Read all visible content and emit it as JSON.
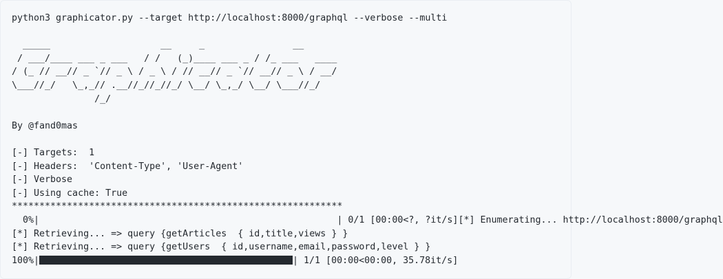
{
  "terminal": {
    "lines": [
      "python3 graphicator.py --target http://localhost:8000/graphql --verbose --multi",
      "",
      "  _____                    __     _                __",
      " / ___/____ ___ _ ___   / /   (_)____ ___ _ / /_ ___   ____",
      "/ (_ // __// _ `// _ \\ / _ \\ / // __// _ `// __// _ \\ / __/",
      "\\___//_/   \\_,_// .__//_//_//_/ \\__/ \\_,_/ \\__/ \\___//_/",
      "               /_/",
      "",
      "By @fand0mas",
      "",
      "[-] Targets:  1",
      "[-] Headers:  'Content-Type', 'User-Agent'",
      "[-] Verbose",
      "[-] Using cache: True",
      "************************************************************",
      "  0%|                                                      | 0/1 [00:00<?, ?it/s][*] Enumerating... http://localhost:8000/graphql",
      "[*] Retrieving... => query {getArticles  { id,title,views } }",
      "[*] Retrieving... => query {getUsers  { id,username,email,password,level } }"
    ],
    "progress": {
      "percent_label": "100%|",
      "fraction": 1.0,
      "status": "| 1/1 [00:00<00:00, 35.78it/s]"
    }
  }
}
